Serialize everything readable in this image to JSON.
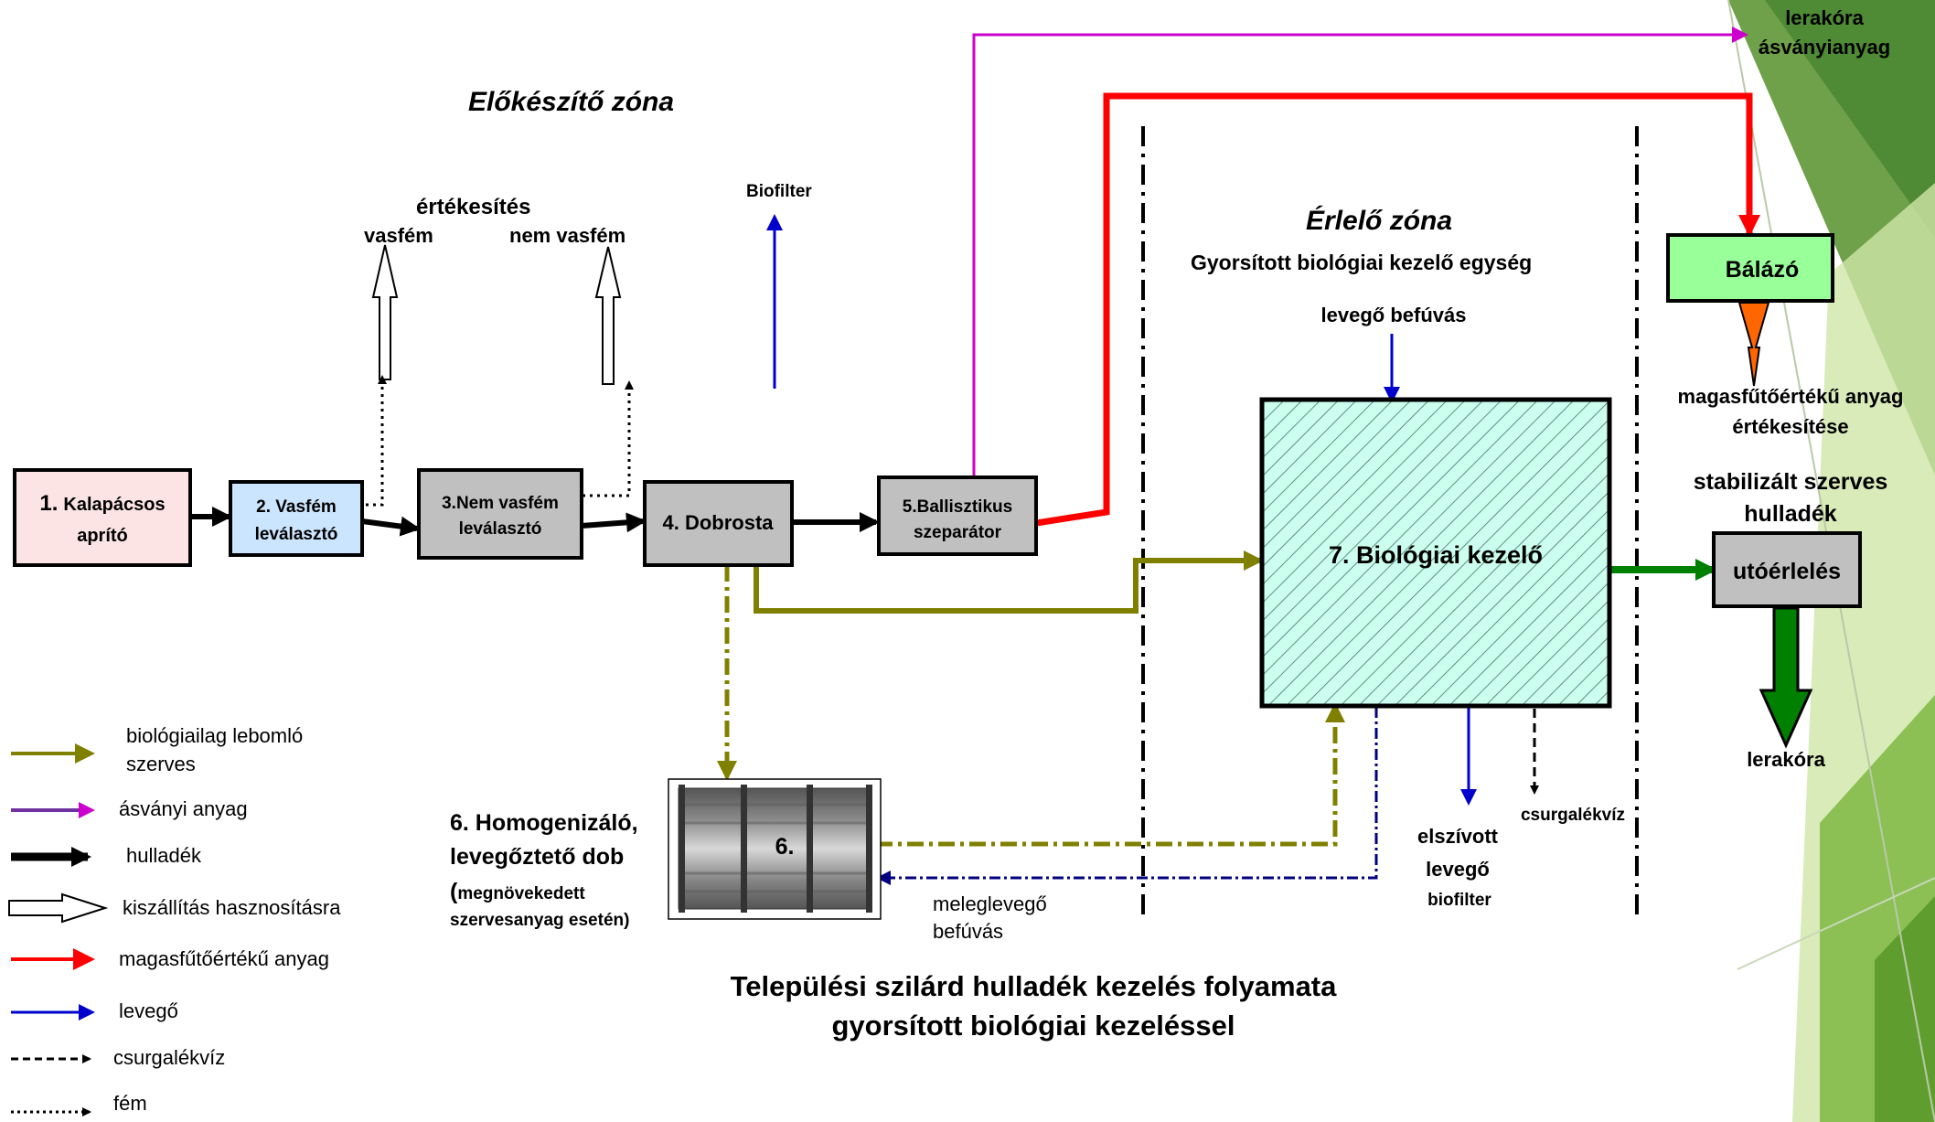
{
  "zones": {
    "prep": "Előkészítő zóna",
    "matur": "Érlelő zóna",
    "accel": "Gyorsított biológiai kezelő egység"
  },
  "boxes": {
    "b1_num": "1.",
    "b1_line1": "Kalapácsos",
    "b1_line2": "aprító",
    "b2_line1": "2. Vasfém",
    "b2_line2": "leválasztó",
    "b3_line1": "3.Nem vasfém",
    "b3_line2": "leválasztó",
    "b4": "4. Dobrosta",
    "b5_line1": "5.Ballisztikus",
    "b5_line2": "szeparátor",
    "b7": "7. Biológiai kezelő",
    "balazo": "Bálázó",
    "utoerleles": "utóérlelés",
    "drum_label": "6."
  },
  "labels": {
    "ertekesites": "értékesítés",
    "vasfem": "vasfém",
    "nem_vasfem": "nem vasfém",
    "biofilter_top": "Biofilter",
    "levego_befuvas": "levegő befúvás",
    "lerakora_asv_1": "lerakóra",
    "lerakora_asv_2": "ásványianyag",
    "magas_1": "magasfűtőértékű anyag",
    "magas_2": "értékesítése",
    "stab_1": "stabilizált szerves",
    "stab_2": "hulladék",
    "lerakora": "lerakóra",
    "csurgalekviz": "csurgalékvíz",
    "elszivott_1": "elszívott",
    "elszivott_2": "levegő",
    "elszivott_3": "biofilter",
    "meleg_1": "meleglevegő",
    "meleg_2": "befúvás",
    "homog_1": "6. Homogenizáló,",
    "homog_2": "levegőztető dob",
    "homog_3_paren": "(",
    "homog_3": "megnövekedett",
    "homog_4": "szervesanyag esetén)"
  },
  "title": {
    "line1": "Települési szilárd hulladék kezelés folyamata",
    "line2": "gyorsított biológiai kezeléssel"
  },
  "legend": [
    {
      "label1": "biológiailag lebomló",
      "label2": "szerves",
      "color": "#808000",
      "style": "solid-thin"
    },
    {
      "label1": "ásványi anyag",
      "label2": "",
      "color": "#7030A0",
      "style": "solid-thin"
    },
    {
      "label1": "hulladék",
      "label2": "",
      "color": "#000000",
      "style": "solid-thick"
    },
    {
      "label1": "kiszállítás hasznosításra",
      "label2": "",
      "color": "#000000",
      "style": "hollow"
    },
    {
      "label1": "magasfűtőértékű anyag",
      "label2": "",
      "color": "#FF0000",
      "style": "solid-thin"
    },
    {
      "label1": "levegő",
      "label2": "",
      "color": "#0000FF",
      "style": "solid-thin"
    },
    {
      "label1": "csurgalékvíz",
      "label2": "",
      "color": "#000000",
      "style": "dashed"
    },
    {
      "label1": "fém",
      "label2": "",
      "color": "#000000",
      "style": "dotted"
    }
  ],
  "colors": {
    "box1": "#FCE4E4",
    "box2": "#CCE5FF",
    "gray_box": "#C0C0C0",
    "balazo": "#99FF99",
    "bio_fill": "#CCFFEE",
    "olive": "#808000",
    "purple": "#CC00CC",
    "red": "#FF0000",
    "blue": "#0000CC",
    "green_flow": "#008000",
    "orange": "#FF6600",
    "navy": "#000080"
  }
}
